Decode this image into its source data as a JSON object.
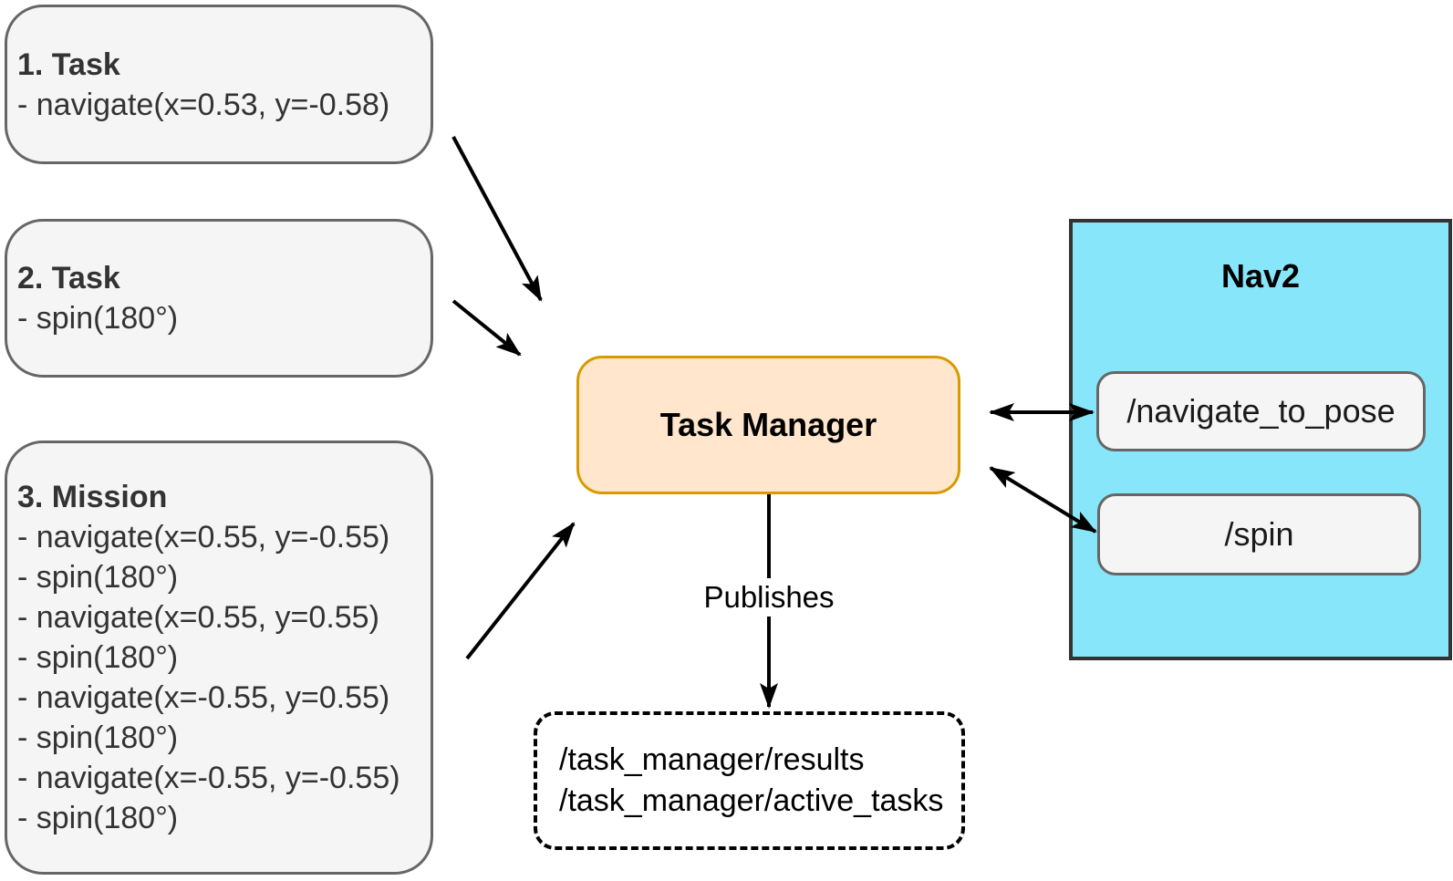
{
  "diagram": {
    "tasks": [
      {
        "title": "1. Task",
        "lines": [
          "- navigate(x=0.53, y=-0.58)"
        ]
      },
      {
        "title": "2. Task",
        "lines": [
          "- spin(180°)"
        ]
      },
      {
        "title": "3. Mission",
        "lines": [
          "- navigate(x=0.55, y=-0.55)",
          "- spin(180°)",
          "- navigate(x=0.55, y=0.55)",
          "- spin(180°)",
          "- navigate(x=-0.55, y=0.55)",
          "- spin(180°)",
          "- navigate(x=-0.55, y=-0.55)",
          "- spin(180°)"
        ]
      }
    ],
    "task_manager": {
      "label": "Task Manager"
    },
    "nav2": {
      "title": "Nav2",
      "topics": [
        "/navigate_to_pose",
        "/spin"
      ]
    },
    "publishes_label": "Publishes",
    "published_topics": [
      "/task_manager/results",
      "/task_manager/active_tasks"
    ],
    "colors": {
      "task_box_fill": "#F5F5F5",
      "task_box_border": "#666666",
      "task_manager_fill": "#FFE6CC",
      "task_manager_border": "#D79B00",
      "nav2_fill": "#87E6FA",
      "nav2_border": "#333333",
      "arrow": "#000000"
    }
  }
}
